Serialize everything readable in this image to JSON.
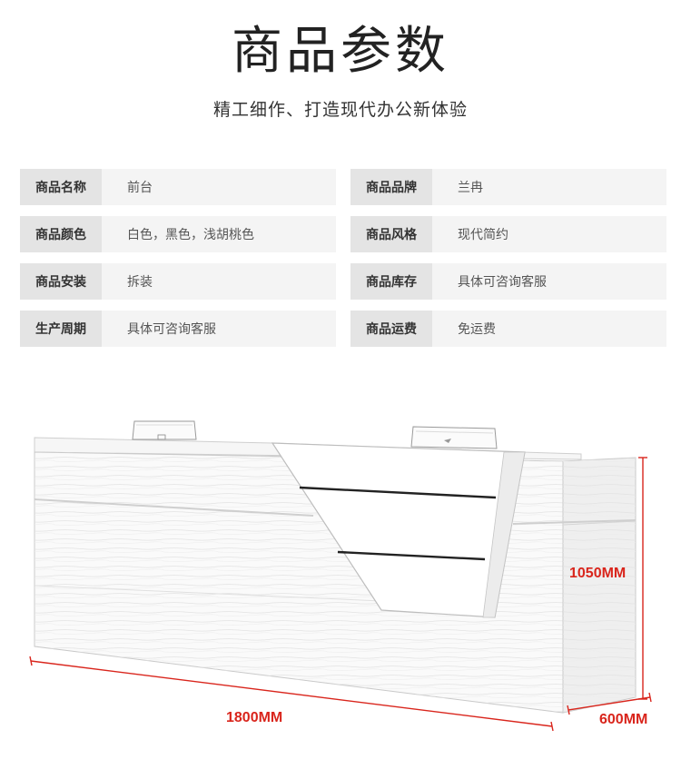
{
  "header": {
    "title": "商品参数",
    "subtitle": "精工细作、打造现代办公新体验"
  },
  "specs": [
    [
      {
        "label": "商品名称",
        "value": "前台"
      },
      {
        "label": "商品品牌",
        "value": "兰冉"
      }
    ],
    [
      {
        "label": "商品颜色",
        "value": "白色，黑色，浅胡桃色"
      },
      {
        "label": "商品风格",
        "value": "现代简约"
      }
    ],
    [
      {
        "label": "商品安装",
        "value": "拆装"
      },
      {
        "label": "商品库存",
        "value": "具体可咨询客服"
      }
    ],
    [
      {
        "label": "生产周期",
        "value": "具体可咨询客服"
      },
      {
        "label": "商品运费",
        "value": "免运费"
      }
    ]
  ],
  "dimensions": {
    "height": "1050MM",
    "width": "1800MM",
    "depth": "600MM",
    "line_color": "#d9251c"
  }
}
